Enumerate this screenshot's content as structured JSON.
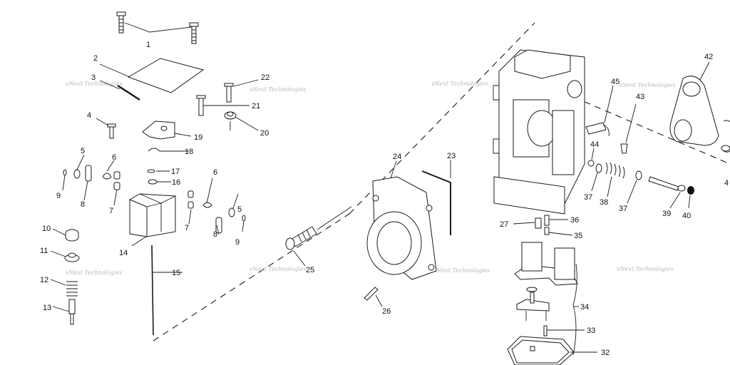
{
  "watermark": "vNext Technologies",
  "callouts": {
    "c1": "1",
    "c2": "2",
    "c3": "3",
    "c4": "4",
    "c5a": "5",
    "c5b": "5",
    "c6a": "6",
    "c6b": "6",
    "c7a": "7",
    "c7b": "7",
    "c8a": "8",
    "c8b": "8",
    "c9a": "9",
    "c9b": "9",
    "c10": "10",
    "c11": "11",
    "c12": "12",
    "c13": "13",
    "c14": "14",
    "c15": "15",
    "c16": "16",
    "c17": "17",
    "c18": "18",
    "c19": "19",
    "c20": "20",
    "c21": "21",
    "c22": "22",
    "c23": "23",
    "c24": "24",
    "c25": "25",
    "c26": "26",
    "c27": "27",
    "c32": "32",
    "c33": "33",
    "c34": "34",
    "c35": "35",
    "c36": "36",
    "c37a": "37",
    "c37b": "37",
    "c38": "38",
    "c39": "39",
    "c40": "40",
    "c41": "4",
    "c42": "42",
    "c43": "43",
    "c44": "44",
    "c45": "45"
  }
}
